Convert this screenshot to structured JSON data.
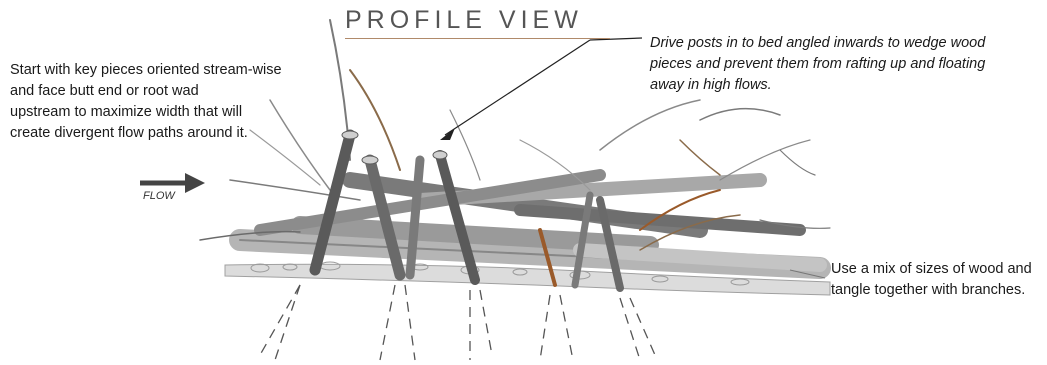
{
  "title": "PROFILE VIEW",
  "notes": {
    "left": "Start with key pieces oriented stream-wise\nand face butt end or root wad\nupstream to maximize width that will\ncreate divergent flow paths around it.",
    "top": "Drive posts in to bed angled inwards to wedge wood\npieces and prevent them from rafting up and floating\naway in high flows.",
    "right": "Use a mix of sizes of wood and\ntangle together with branches."
  },
  "flow_label": "FLOW",
  "colors": {
    "text": "#1a1a1a",
    "title": "#555555",
    "title_rule": "#b08a6a",
    "wood_dark": "#4a4a4a",
    "wood_mid": "#8a8a8a",
    "wood_light": "#c9c9c9",
    "branch_brown": "#8a6b4a",
    "branch_rust": "#9a5a2a",
    "ground": "#d8d8d8"
  }
}
